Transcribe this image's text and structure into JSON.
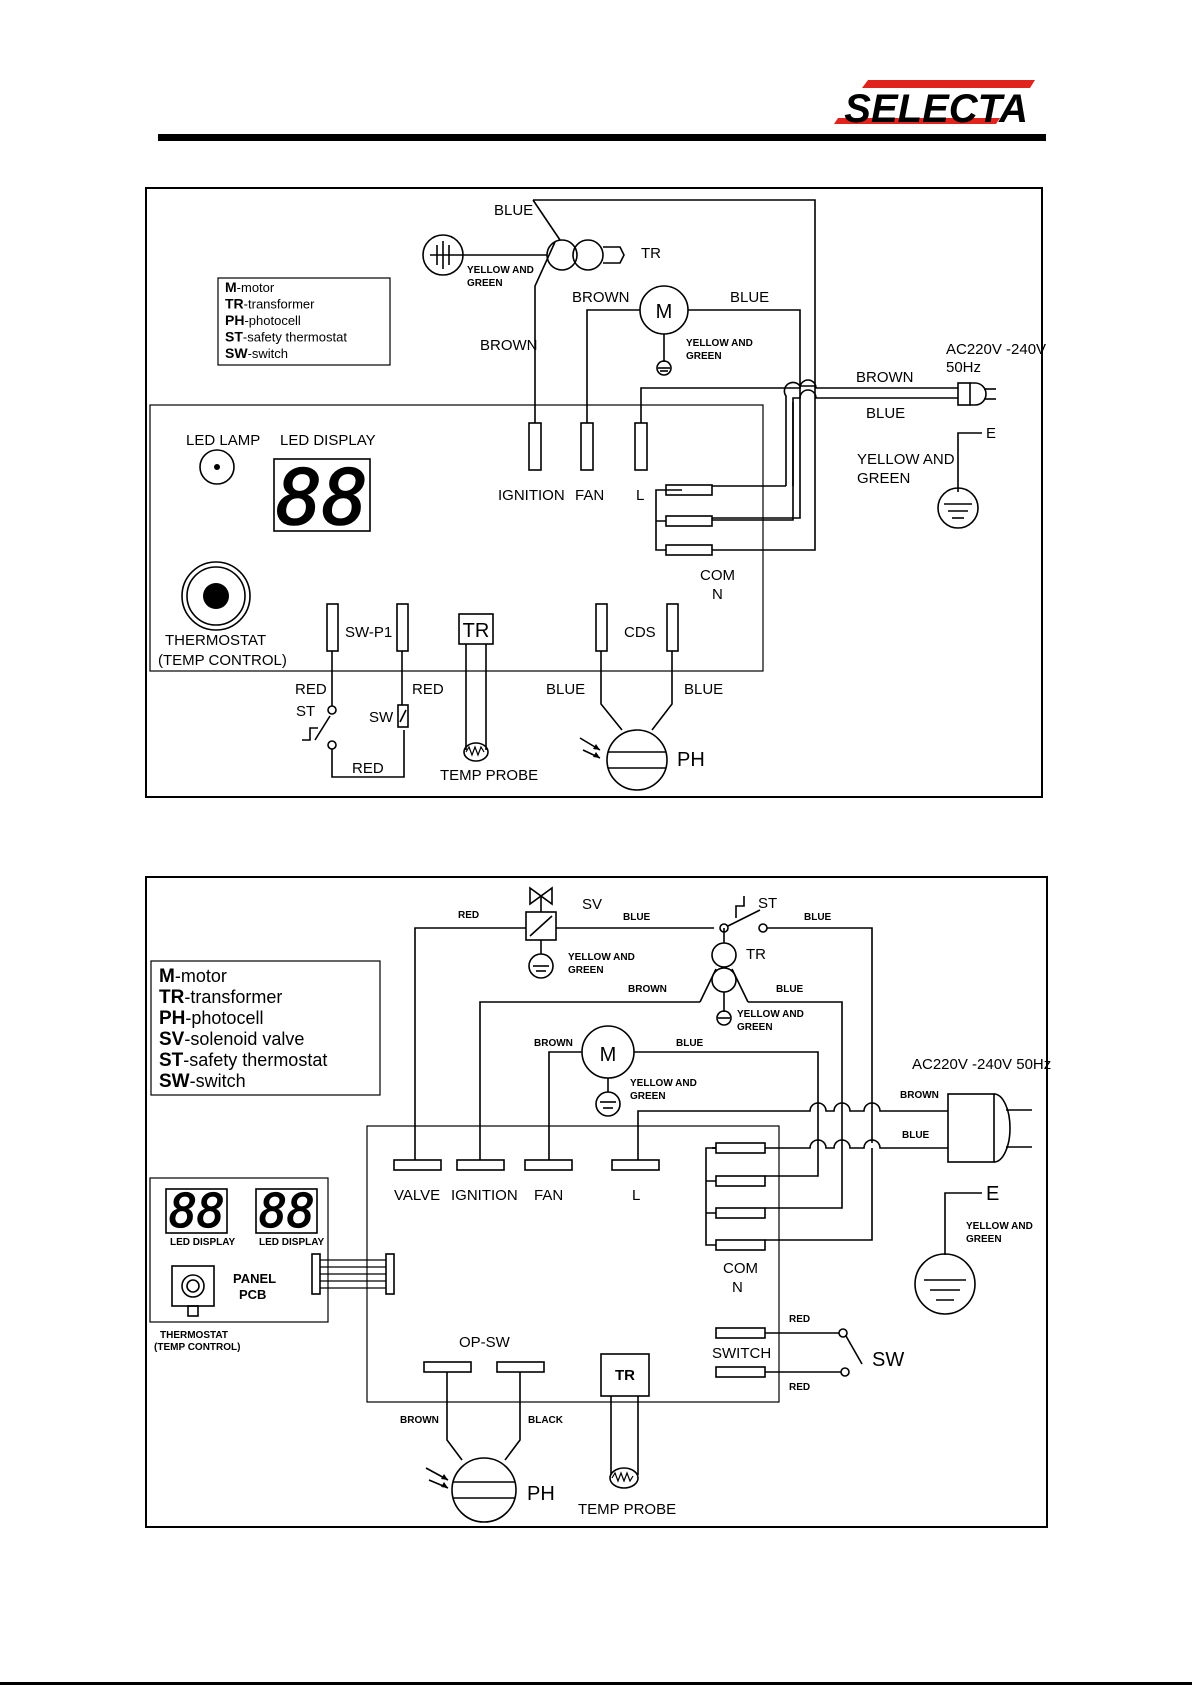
{
  "brand": {
    "logo_text": "SELECTA",
    "accent_color": "#e0231c"
  },
  "diagram1": {
    "legend": [
      {
        "abbr": "M",
        "desc": "-motor"
      },
      {
        "abbr": "TR",
        "desc": "-transformer"
      },
      {
        "abbr": "PH",
        "desc": "-photocell"
      },
      {
        "abbr": "ST",
        "desc": "-safety thermostat"
      },
      {
        "abbr": "SW",
        "desc": "-switch"
      }
    ],
    "wire_blue_top": "BLUE",
    "transformer": "TR",
    "yellow_green_1a": "YELLOW AND",
    "yellow_green_1b": "GREEN",
    "brown_fan": "BROWN",
    "motor": "M",
    "blue_motor": "BLUE",
    "yellow_green_2a": "YELLOW AND",
    "yellow_green_2b": "GREEN",
    "brown_left": "BROWN",
    "power_a": "AC220V -240V",
    "power_b": "50Hz",
    "brown_power": "BROWN",
    "blue_power": "BLUE",
    "earth": "E",
    "earth_yg_a": "YELLOW AND",
    "earth_yg_b": "GREEN",
    "led_lamp": "LED LAMP",
    "led_display": "LED DISPLAY",
    "display_digits": "88",
    "ignition": "IGNITION",
    "fan": "FAN",
    "l": "L",
    "com": "COM",
    "n": "N",
    "thermostat_a": "THERMOSTAT",
    "thermostat_b": "(TEMP CONTROL)",
    "sw_p1": "SW-P1",
    "tr_probe_box": "TR",
    "cds": "CDS",
    "red_left": "RED",
    "st": "ST",
    "red_right": "RED",
    "sw": "SW",
    "red_bottom": "RED",
    "temp_probe": "TEMP PROBE",
    "blue_ph_left": "BLUE",
    "blue_ph_right": "BLUE",
    "ph": "PH"
  },
  "diagram2": {
    "legend": [
      {
        "abbr": "M",
        "desc": "-motor"
      },
      {
        "abbr": "TR",
        "desc": "-transformer"
      },
      {
        "abbr": "PH",
        "desc": "-photocell"
      },
      {
        "abbr": "SV",
        "desc": "-solenoid valve"
      },
      {
        "abbr": "ST",
        "desc": "-safety thermostat"
      },
      {
        "abbr": "SW",
        "desc": "-switch"
      }
    ],
    "red_valve": "RED",
    "sv": "SV",
    "blue_sv": "BLUE",
    "st": "ST",
    "blue_st": "BLUE",
    "yg_sv_a": "YELLOW AND",
    "yg_sv_b": "GREEN",
    "tr": "TR",
    "brown_tr": "BROWN",
    "blue_tr": "BLUE",
    "yg_tr_a": "YELLOW AND",
    "yg_tr_b": "GREEN",
    "brown_m": "BROWN",
    "motor": "M",
    "blue_m": "BLUE",
    "yg_m_a": "YELLOW AND",
    "yg_m_b": "GREEN",
    "power": "AC220V -240V  50Hz",
    "brown_power": "BROWN",
    "blue_power": "BLUE",
    "valve": "VALVE",
    "ignition": "IGNITION",
    "fan": "FAN",
    "l": "L",
    "com": "COM",
    "n": "N",
    "earth": "E",
    "earth_yg_a": "YELLOW AND",
    "earth_yg_b": "GREEN",
    "display_digits": "88",
    "led_display_1": "LED DISPLAY",
    "led_display_2": "LED DISPLAY",
    "panel_a": "PANEL",
    "panel_b": "PCB",
    "thermostat_a": "THERMOSTAT",
    "thermostat_b": "(TEMP CONTROL)",
    "op_sw": "OP-SW",
    "tr_probe_box": "TR",
    "switch": "SWITCH",
    "red_sw_top": "RED",
    "sw": "SW",
    "red_sw_bottom": "RED",
    "brown_ph": "BROWN",
    "black_ph": "BLACK",
    "ph": "PH",
    "temp_probe": "TEMP PROBE"
  }
}
